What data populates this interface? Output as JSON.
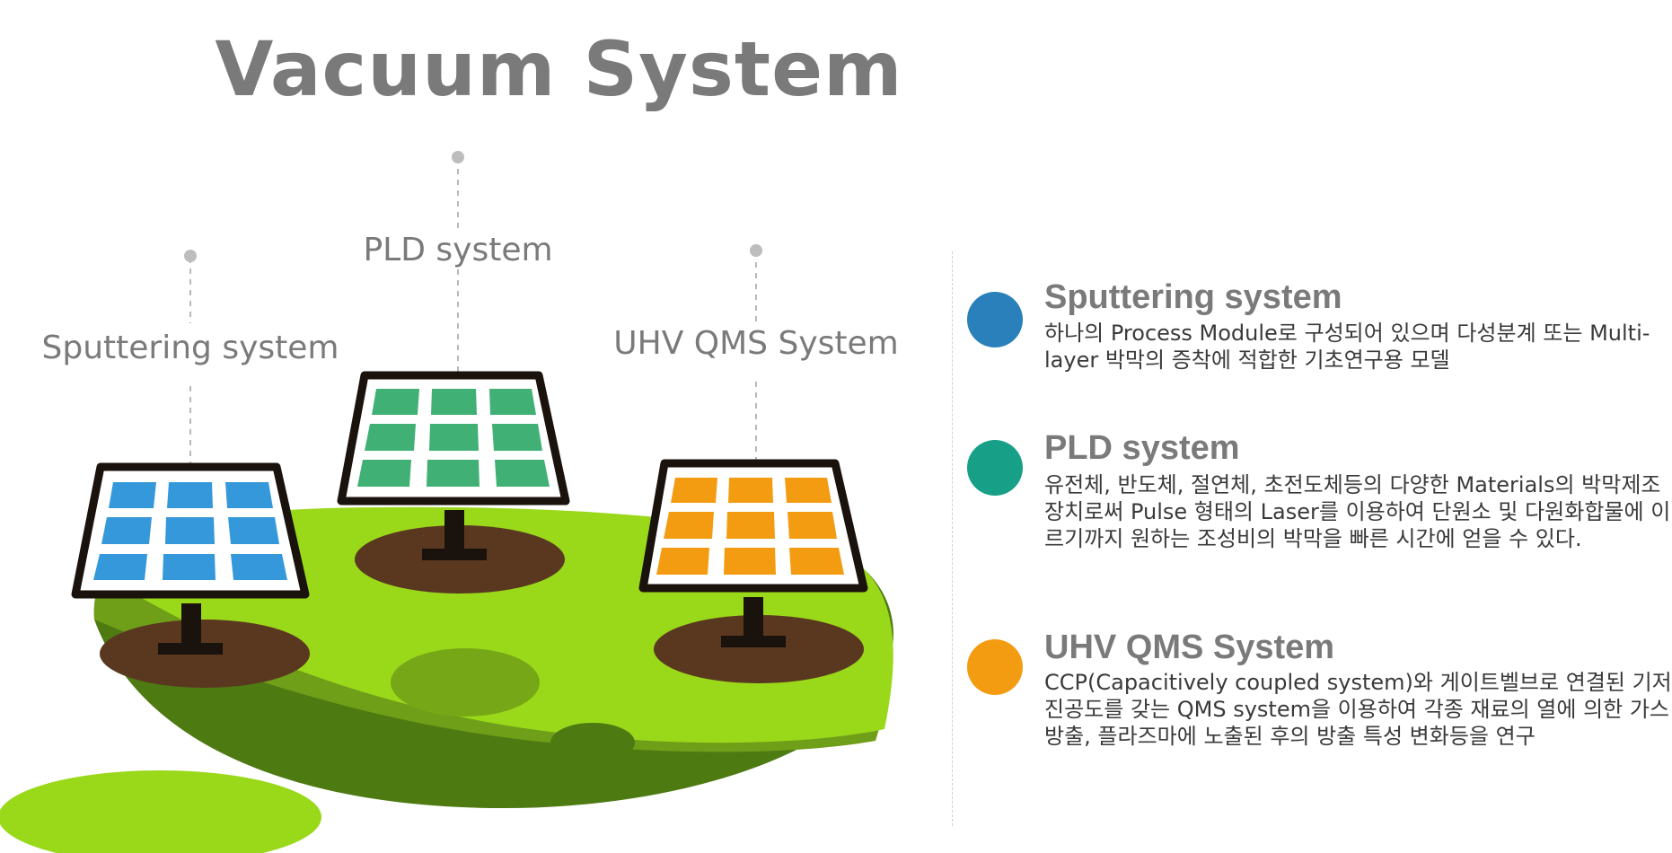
{
  "title": "Vacuum System",
  "callouts": {
    "sputtering": "Sputtering system",
    "pld": "PLD system",
    "uhv": "UHV QMS System"
  },
  "items": [
    {
      "title": "Sputtering system",
      "color": "#2980ba",
      "description": "하나의 Process Module로 구성되어 있으며 다성분계 또는 Multi-layer 박막의 증착에 적합한 기초연구용 모델"
    },
    {
      "title": "PLD system",
      "color": "#17a087",
      "description": "유전체, 반도체, 절연체, 초전도체등의 다양한 Materials의 박막제조장치로써 Pulse 형태의 Laser를 이용하여 단원소 및 다원화합물에 이르기까지 원하는 조성비의 박막을 빠른 시간에 얻을 수 있다."
    },
    {
      "title": "UHV QMS System",
      "color": "#f39c12",
      "description": "CCP(Capacitively coupled system)와 게이트벨브로 연결된 기저진공도를 갖는 QMS system을 이용하여 각종 재료의 열에 의한 가스 방출, 플라즈마에 노출된 후의 방출 특성 변화등을 연구"
    }
  ],
  "colors": {
    "panel_blue": "#3498db",
    "panel_green": "#40b074",
    "panel_orange": "#f39c12",
    "ground_light": "#9ad81a",
    "ground_dark": "#4e7a12",
    "soil": "#5a3820"
  }
}
